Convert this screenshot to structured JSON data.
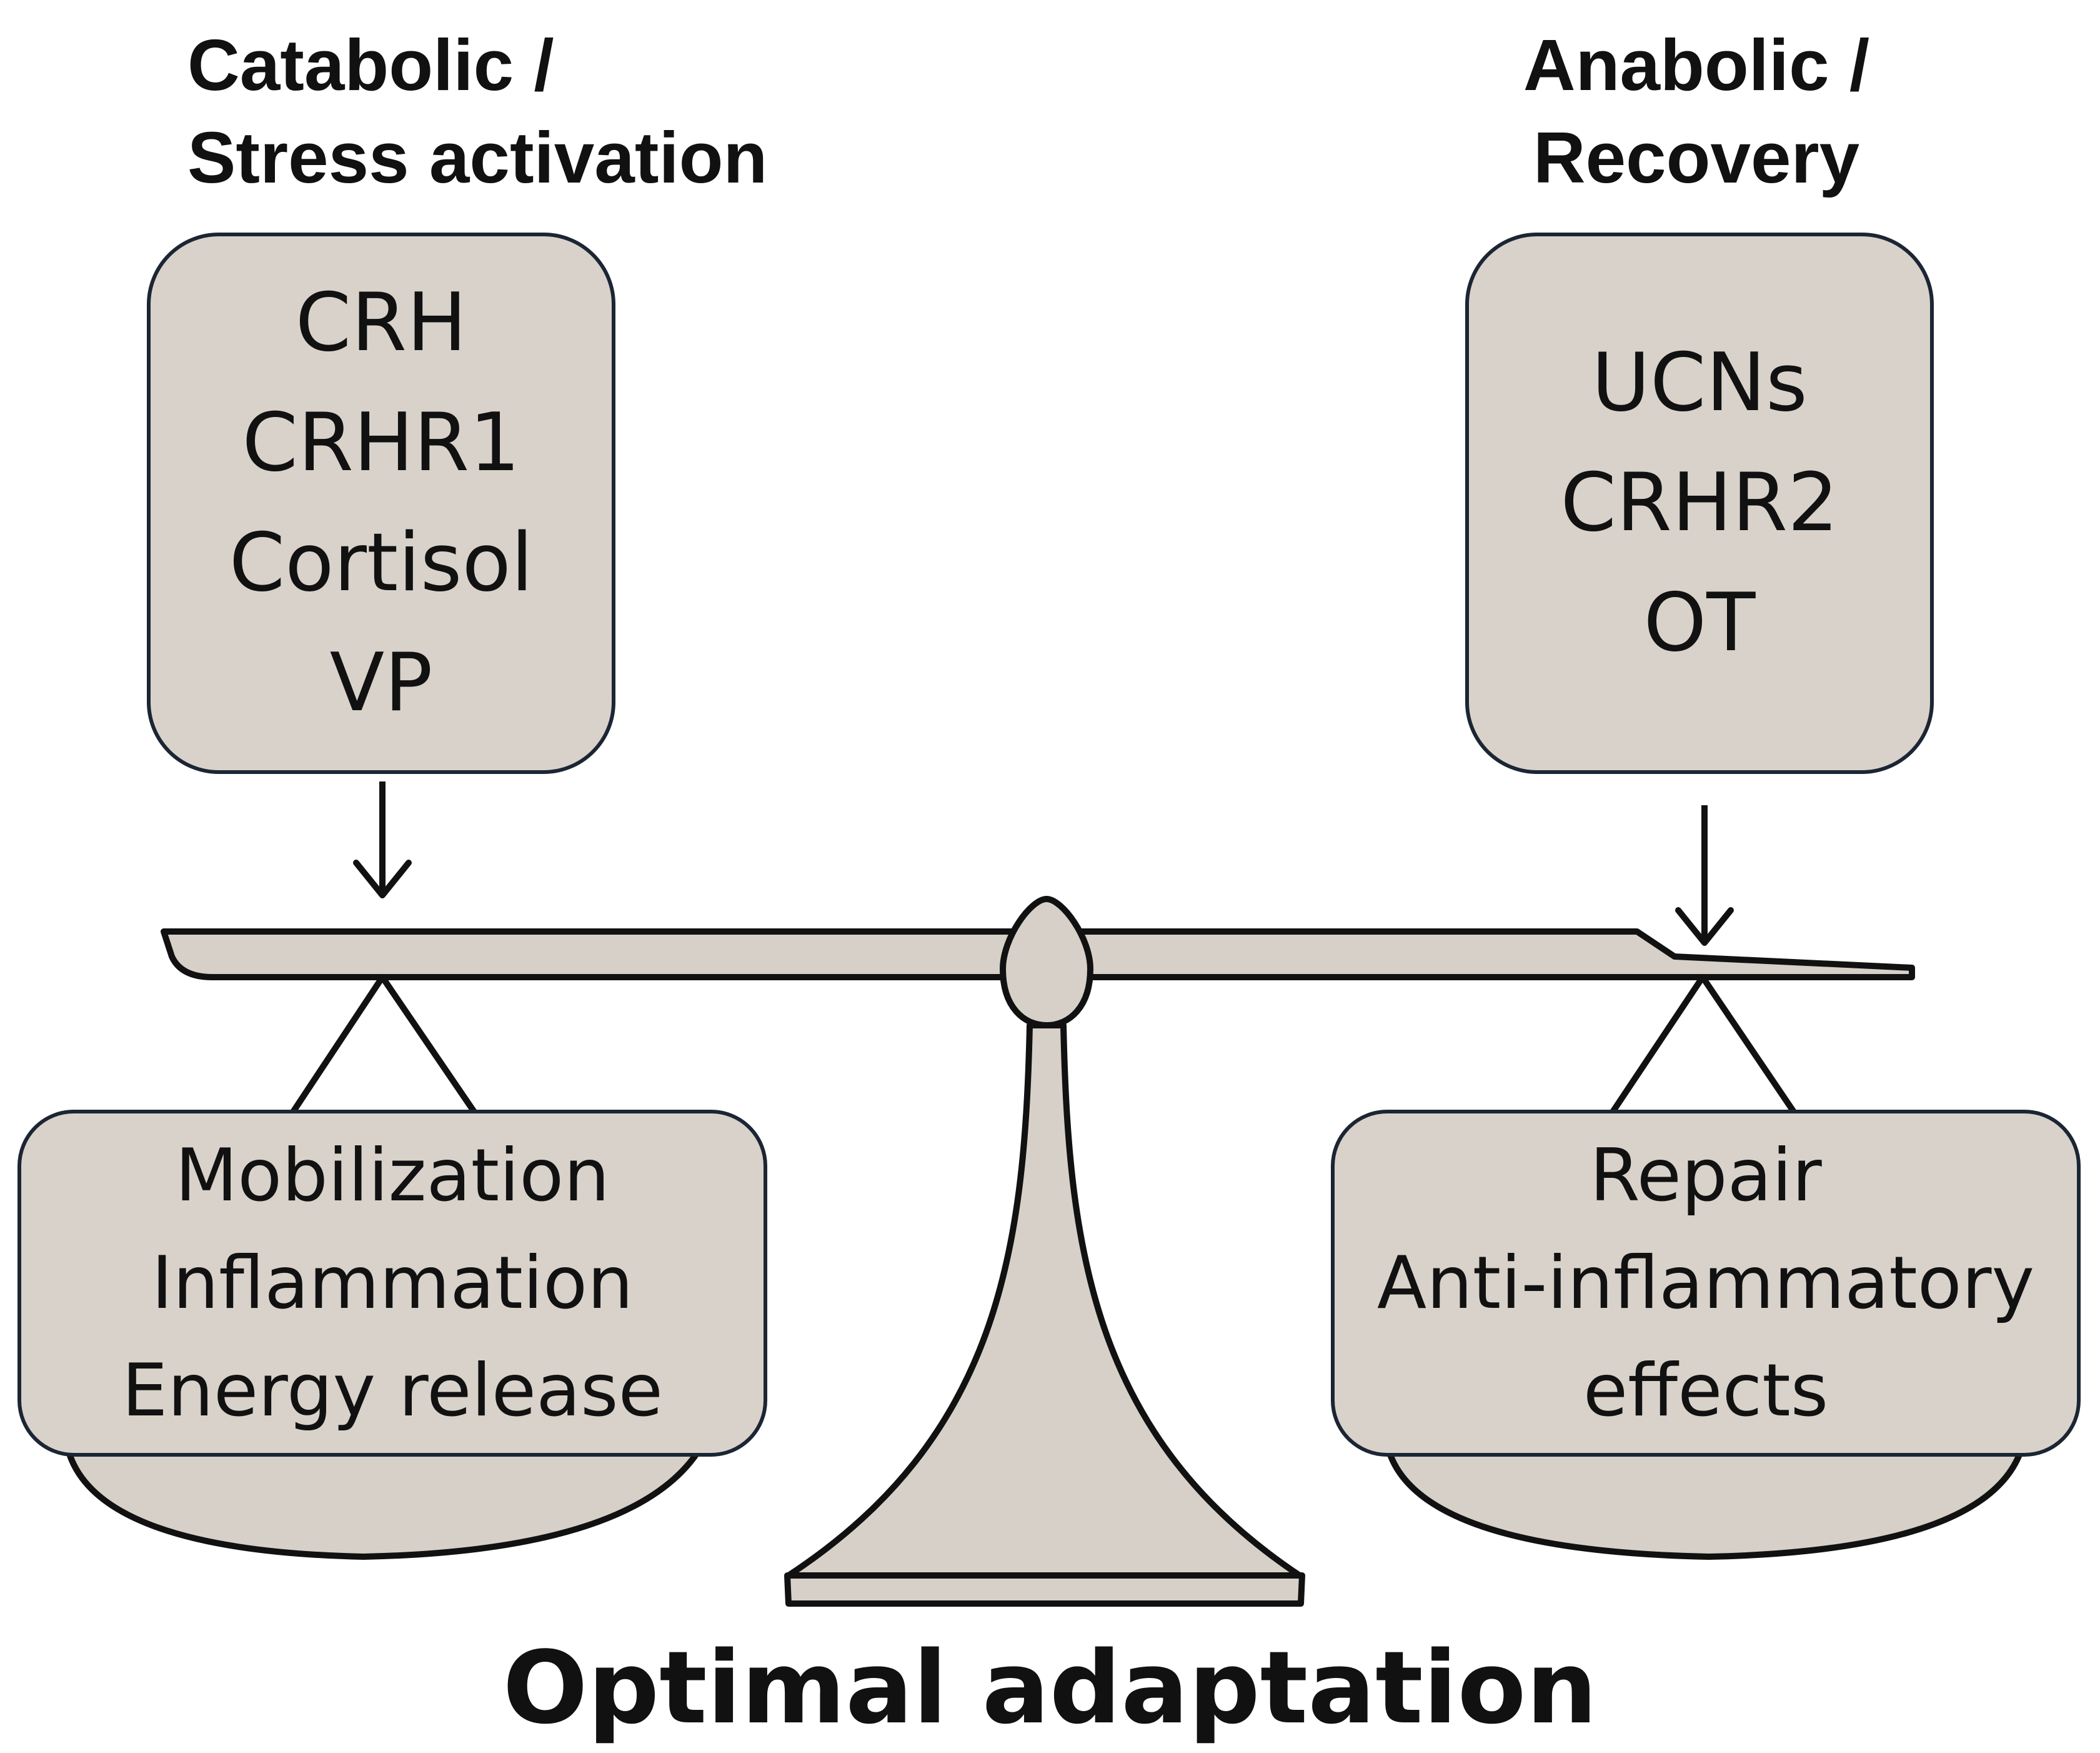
{
  "left": {
    "heading": [
      "Catabolic /",
      "Stress activation"
    ],
    "mediators": [
      "CRH",
      "CRHR1",
      "Cortisol",
      "VP"
    ],
    "effects": [
      "Mobilization",
      "Inflammation",
      "Energy release"
    ]
  },
  "right": {
    "heading": [
      "Anabolic /",
      "Recovery"
    ],
    "mediators": [
      "UCNs",
      "CRHR2",
      "OT"
    ],
    "effects": [
      "Repair",
      "Anti-inflammatory",
      "effects"
    ]
  },
  "caption": "Optimal adaptation",
  "colors": {
    "box_fill": "#d8d2ca",
    "scale_fill": "#d6d0c8",
    "outline": "#1c2533",
    "text": "#111111"
  }
}
